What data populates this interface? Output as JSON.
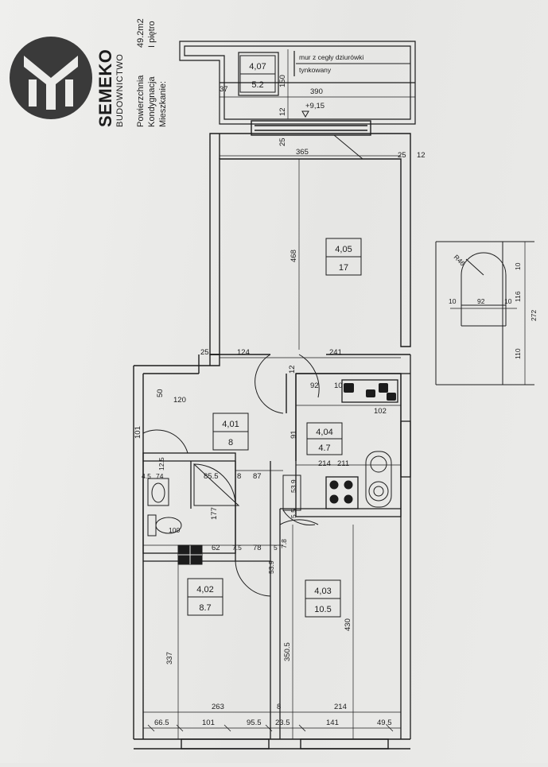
{
  "header": {
    "brand": "SEMEKO",
    "subtitle": "BUDOWNICTWO",
    "fields": [
      {
        "label": "Powierzchnia",
        "value": "49.2m2"
      },
      {
        "label": "Kondygnacja",
        "value": "I piętro"
      },
      {
        "label": "Mieszkanie:",
        "value": ""
      }
    ]
  },
  "colors": {
    "ink": "#1c1c1c",
    "paper": "#ececea",
    "logo": "#3a3a3a"
  },
  "rooms": [
    {
      "id": "4,07",
      "area": "5.2"
    },
    {
      "id": "4,05",
      "area": "17"
    },
    {
      "id": "4,01",
      "area": "8"
    },
    {
      "id": "4,04",
      "area": "4.7"
    },
    {
      "id": "4,02",
      "area": "8.7"
    },
    {
      "id": "4,03",
      "area": "10.5"
    }
  ],
  "notes": {
    "wall_material_line1": "mur z cegły dziurówki",
    "wall_material_line2": "tynkowany",
    "elevation": "+9,15"
  },
  "dimensions": {
    "balcony_left": "37",
    "balcony_depth": "150",
    "balcony_width": "390",
    "wall_12_top": "12",
    "wall_25_left": "25",
    "living_width": "365",
    "wall_25_right": "25",
    "wall_12_right": "12",
    "living_length": "468",
    "wall_25_mid": "25",
    "span_124": "124",
    "span_241": "241",
    "kitchen_12": "12",
    "kitchen_92": "92",
    "kitchen_10": "10",
    "kitchen_102": "102",
    "hall_50": "50",
    "hall_120": "120",
    "hall_101": "101",
    "kitchen_91": "91",
    "kitchen_214": "214",
    "kitchen_211": "211",
    "bath_45": "4.5",
    "bath_74": "74",
    "bath_125": "12.5",
    "bath_855": "85.5",
    "bath_8": "8",
    "hall_87": "87",
    "bath_177": "177",
    "bath_100": "100",
    "closet_539": "53.9",
    "closet_55": "5.5",
    "bath_62": "62",
    "bath_75": "7.5",
    "hall_78": "78",
    "hall_5": "5",
    "hall_78b": "7.8",
    "door_539": "53.9",
    "bed1_length": "337",
    "bed2_partition": "350.5",
    "bed2_length": "430",
    "bed1_width": "263",
    "wall_8": "8",
    "bed2_width": "214",
    "bot_665": "66.5",
    "bot_101": "101",
    "bot_955": "95.5",
    "bot_235": "23.5",
    "bot_141": "141",
    "bot_495": "49.5"
  },
  "detail": {
    "radius": "R46",
    "side_left": "10",
    "span": "92",
    "side_right": "10",
    "top": "10",
    "height_upper": "116",
    "height_lower": "110",
    "height_total": "272"
  }
}
